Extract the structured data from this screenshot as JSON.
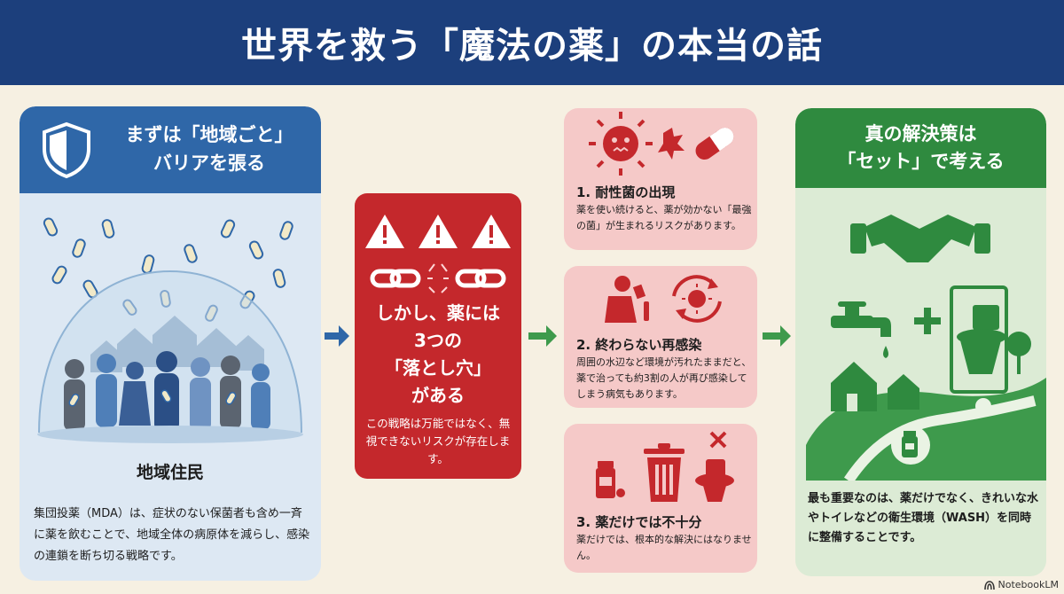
{
  "header": {
    "title": "世界を救う「魔法の薬」の本当の話"
  },
  "left": {
    "title_line1": "まずは「地域ごと」",
    "title_line2": "バリアを張る",
    "caption": "地域住民",
    "desc": "集団投薬（MDA）は、症状のない保菌者も含め一斉に薬を飲むことで、地域全体の病原体を減らし、感染の連鎖を断ち切る戦略です。"
  },
  "middle": {
    "line1": "しかし、薬には",
    "line2": "3つの",
    "line3": "「落とし穴」",
    "line4": "がある",
    "desc": "この戦略は万能ではなく、無視できないリスクが存在します。"
  },
  "risks": [
    {
      "title": "1. 耐性菌の出現",
      "desc": "薬を使い続けると、薬が効かない「最強の菌」が生まれるリスクがあります。"
    },
    {
      "title": "2. 終わらない再感染",
      "desc": "周囲の水辺など環境が汚れたままだと、薬で治っても約3割の人が再び感染してしまう病気もあります。"
    },
    {
      "title": "3. 薬だけでは不十分",
      "desc": "薬だけでは、根本的な解決にはなりません。"
    }
  ],
  "right": {
    "title_line1": "真の解決策は",
    "title_line2": "「セット」で考える",
    "desc": "最も重要なのは、薬だけでなく、きれいな水やトイレなどの衛生環境（WASH）を同時に整備することです。"
  },
  "brand": {
    "name": "NotebookLM"
  },
  "colors": {
    "header": "#1c3f7c",
    "blue": "#2f67a8",
    "red": "#c4282c",
    "pink": "#f5c9c8",
    "green": "#2f8a3f",
    "background": "#f6f0e2"
  },
  "icons": [
    "shield-icon",
    "warning-icon",
    "broken-chain-icon",
    "virus-icon",
    "pill-icon",
    "drinking-person-icon",
    "recycle-virus-icon",
    "trash-can-icon",
    "toilet-icon",
    "handshake-icon",
    "faucet-icon",
    "plus-icon",
    "house-icon",
    "medicine-bottle-icon"
  ]
}
